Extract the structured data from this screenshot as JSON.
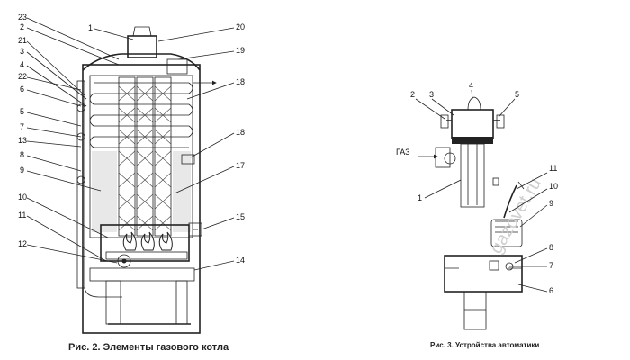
{
  "figure1": {
    "caption": "Рис. 2. Элементы газового котла",
    "callouts": [
      "23",
      "2",
      "21",
      "3",
      "4",
      "22",
      "6",
      "5",
      "7",
      "13",
      "8",
      "9",
      "10",
      "11",
      "12",
      "1",
      "20",
      "19",
      "18",
      "18",
      "17",
      "15",
      "14"
    ]
  },
  "figure2": {
    "caption": "Рис. 3. Устройства автоматики",
    "gas_label": "ГАЗ",
    "callouts": [
      "2",
      "3",
      "4",
      "5",
      "1",
      "11",
      "10",
      "9",
      "8",
      "7",
      "6"
    ]
  },
  "watermark": "gazovet.ru"
}
